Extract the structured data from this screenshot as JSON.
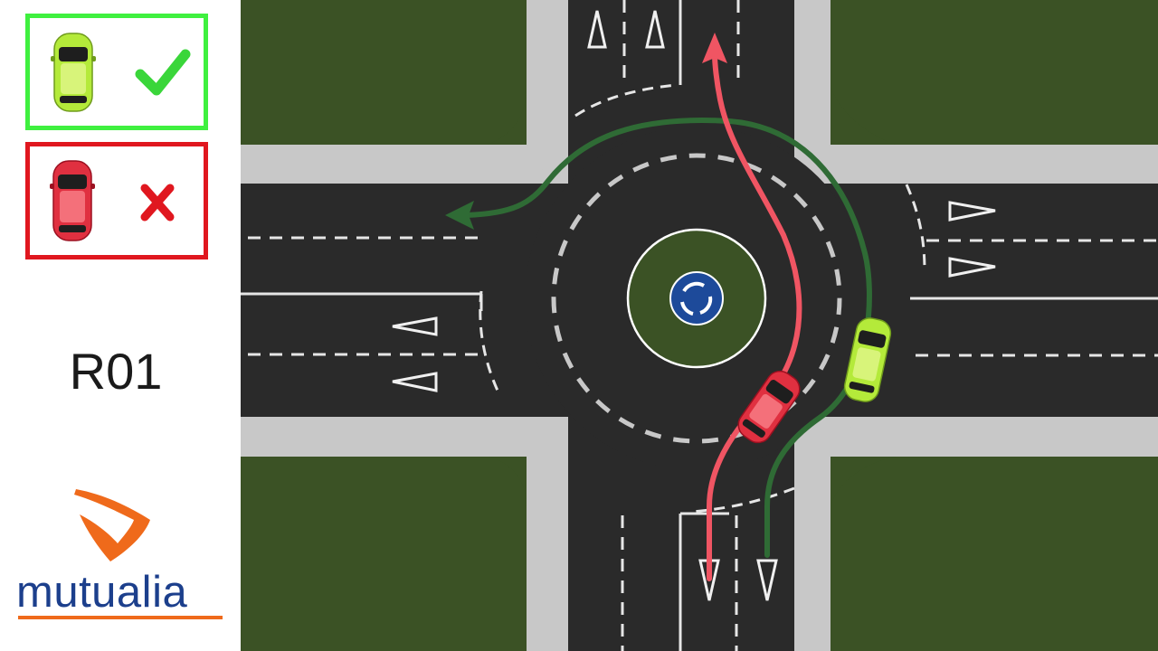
{
  "legend": {
    "correct": {
      "car_color": "#b4ea3a",
      "mark_icon": "check-icon",
      "border_color": "#3ff03f"
    },
    "wrong": {
      "car_color": "#e03040",
      "mark_icon": "x",
      "border_color": "#e0171f"
    }
  },
  "lesson": {
    "code": "R01"
  },
  "brand": {
    "name": "mutualia",
    "text_color": "#1c3f8c",
    "accent_color": "#ef6a1b"
  },
  "diagram": {
    "correct_path_color": "#2f6b35",
    "wrong_path_color": "#f05563",
    "grass_color": "#3b5225",
    "asphalt_color": "#2a2a2a",
    "roundabout_sign_icon": "roundabout-arrows-icon"
  }
}
